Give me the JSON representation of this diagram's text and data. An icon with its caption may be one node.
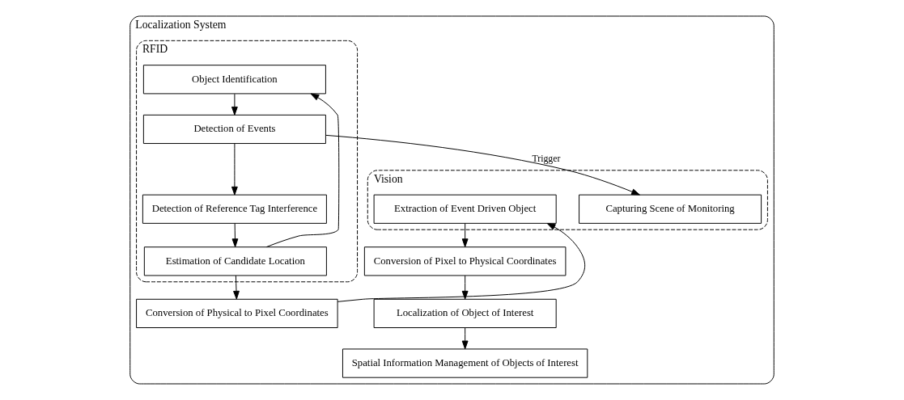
{
  "diagram": {
    "nodes": [
      {
        "text": [
          "Localization System"
        ]
      },
      {
        "text": [
          "RFID"
        ],
        "in": 0
      },
      {
        "text": [
          "Object Identification"
        ],
        "in": 1
      },
      {
        "text": [
          "Detection of Events"
        ],
        "in": 1
      },
      {
        "text": [
          "Detection of Reference Tag Interference"
        ],
        "in": 1
      },
      {
        "text": [
          "Estimation of Candidate Location"
        ],
        "in": 1
      },
      {
        "text": [
          "Vision"
        ],
        "in": 0
      },
      {
        "text": [
          "Capturing Scene of Monitoring"
        ],
        "in": 6
      },
      {
        "text": [
          "Extraction of Event Driven Object"
        ],
        "in": 6
      },
      {
        "text": [
          "Conversion of Physical to Pixel Coordinates"
        ],
        "in": 0
      },
      {
        "text": [
          "Conversion of Pixel to Physical Coordinates"
        ],
        "in": 0
      },
      {
        "text": [
          "Localization of Object of Interest"
        ],
        "in": 0
      },
      {
        "text": [
          "Spatial Information Management of Objects of Interest"
        ],
        "in": 0
      }
    ],
    "edges": [
      {
        "from": 2,
        "to": 3,
        "arrow": "to"
      },
      {
        "from": 3,
        "to": 4,
        "arrow": "to"
      },
      {
        "from": 4,
        "to": 5,
        "arrow": "to"
      },
      {
        "from": 5,
        "to": 2,
        "arrow": "to"
      },
      {
        "from": 3,
        "to": 7,
        "arrow": "to",
        "label": "Trigger"
      },
      {
        "from": 5,
        "to": 9,
        "arrow": "to"
      },
      {
        "from": 9,
        "to": 8,
        "arrow": "to"
      },
      {
        "from": 8,
        "to": 10,
        "arrow": "to"
      },
      {
        "from": 10,
        "to": 11,
        "arrow": "to"
      },
      {
        "from": 11,
        "to": 12,
        "arrow": "to"
      }
    ]
  }
}
